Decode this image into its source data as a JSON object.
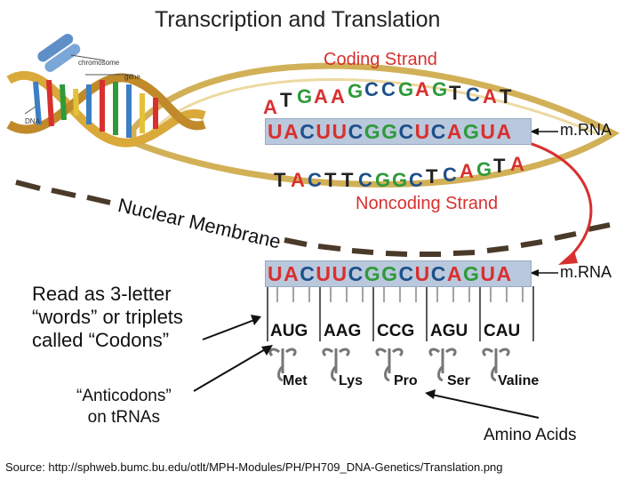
{
  "title": "Transcription and Translation",
  "coding_strand_label": "Coding Strand",
  "noncoding_strand_label": "Noncoding Strand",
  "nuclear_membrane_label": "Nuclear Membrane",
  "mrna_label_top": "m.RNA",
  "mrna_label_bottom": "m.RNA",
  "dna_figure_labels": {
    "chromosome": "chromosome",
    "gene": "gene",
    "dna": "DNA"
  },
  "coding_strand_letters": "ATGAAGCCGAGTCAT",
  "noncoding_strand_letters": "TACTTCGGCTCAGTA",
  "mrna_sequence": "UACUUCGGCUCAGUA",
  "read_as_lines": [
    "Read as 3-letter",
    "“words” or triplets",
    "called “Codons”"
  ],
  "anticodons_lines": [
    "“Anticodons”",
    "on tRNAs"
  ],
  "codons": [
    "AUG",
    "AAG",
    "CCG",
    "AGU",
    "CAU"
  ],
  "amino_acids": [
    "Met",
    "Lys",
    "Pro",
    "Ser",
    "Valine"
  ],
  "amino_acids_label": "Amino Acids",
  "source_text": "Source: http://sphweb.bumc.bu.edu/otlt/MPH-Modules/PH/PH709_DNA-Genetics/Translation.png",
  "colors": {
    "red": "#d8302f",
    "blue": "#1e4f8c",
    "green": "#2e9a3a",
    "box": "#b9c8dc",
    "loop": "#c9a23a",
    "membrane": "#4a3a2a"
  }
}
